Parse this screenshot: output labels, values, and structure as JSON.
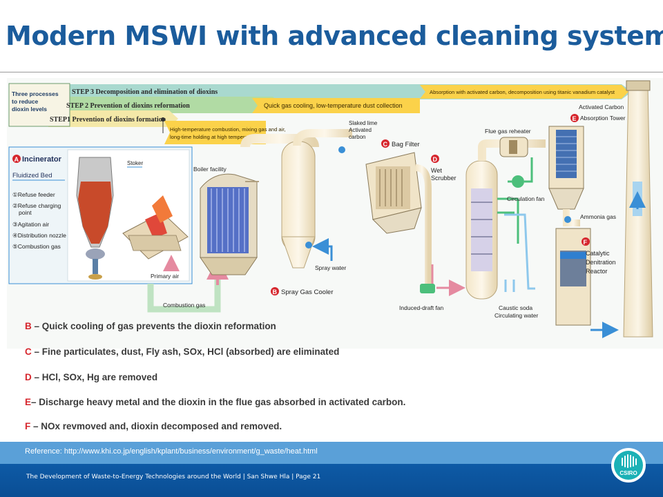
{
  "slide": {
    "title": "Modern MSWI with advanced cleaning system"
  },
  "diagram": {
    "three_processes_label": [
      "Three processes",
      "to reduce",
      "dioxin levels"
    ],
    "steps": [
      "STEP 3  Decomposition and elimination of dioxins",
      "STEP 2  Prevention of dioxins reformation",
      "STEP1 Prevention of dioxins formation"
    ],
    "step3_banner": "Absorption with activated carbon, decomposition using titanic vanadium catalyst",
    "step2_banner": "Quick gas cooling, low-temperature dust collection",
    "step1_banner": [
      "High-temperature combustion, mixing gas and air,",
      "long-time holding at high temperature"
    ],
    "incinerator": {
      "letter": "A",
      "title": "Incinerator",
      "subtitle": "Fluidized Bed",
      "stoker_label": "Stoker",
      "parts": [
        "①Refuse feeder",
        "②Refuse charging",
        "point",
        "③Agitation air",
        "④Distribution nozzle",
        "⑤Combustion gas"
      ],
      "primary_air": "Primary air",
      "combustion_gas": "Combustion gas"
    },
    "labels": {
      "boiler": "Boiler facility",
      "slaked_lime": [
        "Slaked lime",
        "Activated",
        "carbon"
      ],
      "spray_water": "Spray water",
      "spray_gas_cooler": "Spray Gas Cooler",
      "bag_filter": "Bag Filter",
      "wet_scrubber": [
        "Wet",
        "Scrubber"
      ],
      "induced_draft_fan": "Induced-draft fan",
      "flue_gas_reheater": "Flue gas reheater",
      "circulation_fan": "Circulation fan",
      "caustic_soda": [
        "Caustic soda",
        "Circulating water"
      ],
      "activated_carbon_tower": [
        "Activated Carbon",
        "Absorption Tower"
      ],
      "ammonia_gas": "Ammonia gas",
      "catalytic_reactor": [
        "Catalytic",
        "Denitration",
        "Reactor"
      ]
    },
    "letters": {
      "b": "B",
      "c": "C",
      "d": "D",
      "e": "E",
      "f": "F"
    }
  },
  "legend": [
    {
      "key": "B",
      "text": " – Quick cooling of gas prevents the dioxin reformation"
    },
    {
      "key": "C",
      "text": " – Fine particulates, dust, Fly ash, SOx, HCl (absorbed) are eliminated"
    },
    {
      "key": "D",
      "text": " – HCl, SOx, Hg are removed"
    },
    {
      "key": "E",
      "text": "– Discharge heavy metal and the dioxin in the flue gas absorbed in activated carbon."
    },
    {
      "key": "F",
      "text": " – NOx revmoved and, dioxin decomposed and removed."
    }
  ],
  "reference": "Reference: http://www.khi.co.jp/english/kplant/business/environment/g_waste/heat.html",
  "footer": "The Development of Waste-to-Energy Technologies around the World |  San Shwe Hla |  Page 21",
  "logo_text": "CSIRO",
  "colors": {
    "title": "#1b5c9c",
    "accent_red": "#d6262d",
    "reference_bar": "#5aa0d8",
    "footer_bar": "#0e5aa6",
    "step3": "#9fd3c7",
    "step2": "#a8d89a",
    "step1": "#f6e7a2"
  }
}
